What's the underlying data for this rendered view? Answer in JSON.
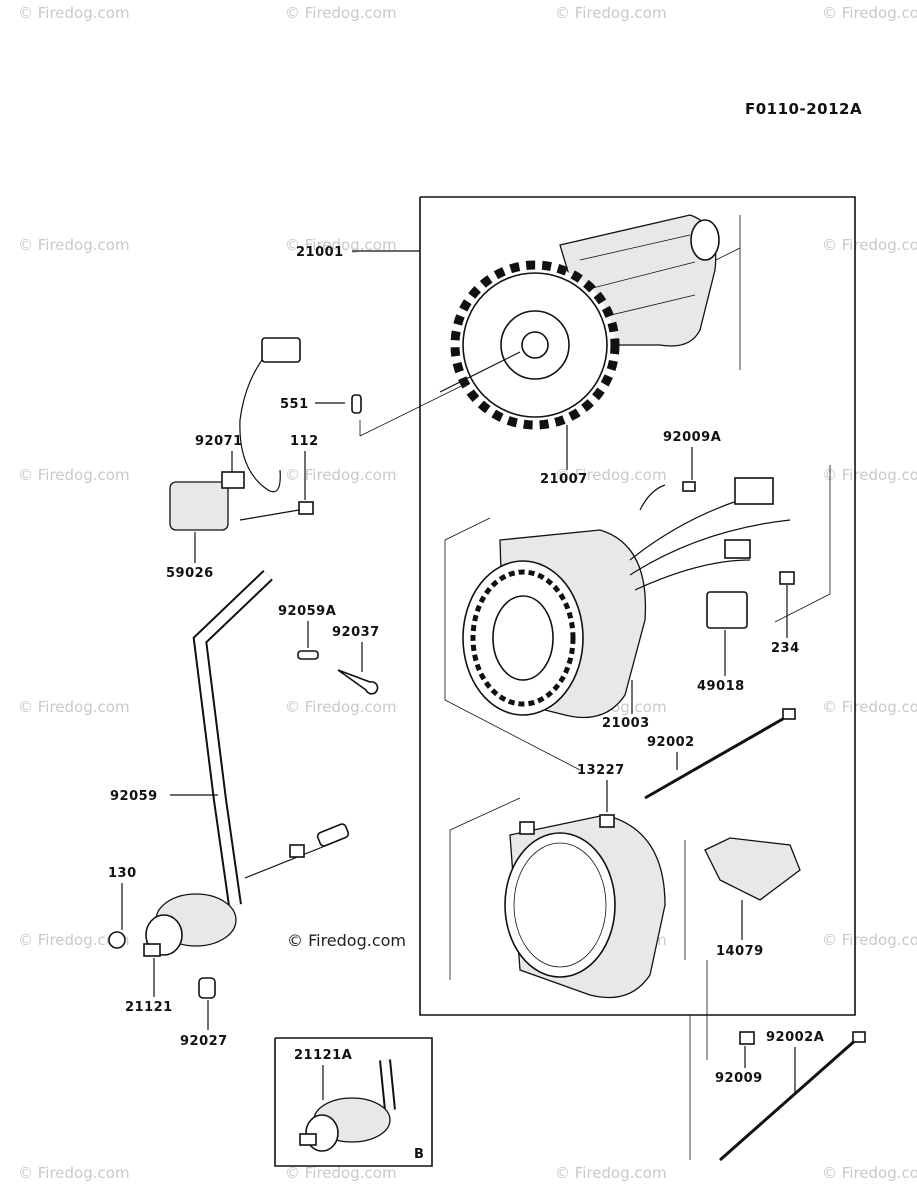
{
  "diagram": {
    "code": "F0110-2012A",
    "inset_tag": "B",
    "watermark": "© Firedog.com",
    "labels": {
      "p21001": "21001",
      "p551": "551",
      "p21007": "21007",
      "p92009A": "92009A",
      "p92071": "92071",
      "p112": "112",
      "p59026": "59026",
      "p92059A": "92059A",
      "p92037": "92037",
      "p21003": "21003",
      "p234": "234",
      "p49018": "49018",
      "p92002": "92002",
      "p13227": "13227",
      "p92059": "92059",
      "p130": "130",
      "p14079": "14079",
      "p21121": "21121",
      "p92027": "92027",
      "p21121A": "21121A",
      "p92002A": "92002A",
      "p92009": "92009"
    }
  }
}
